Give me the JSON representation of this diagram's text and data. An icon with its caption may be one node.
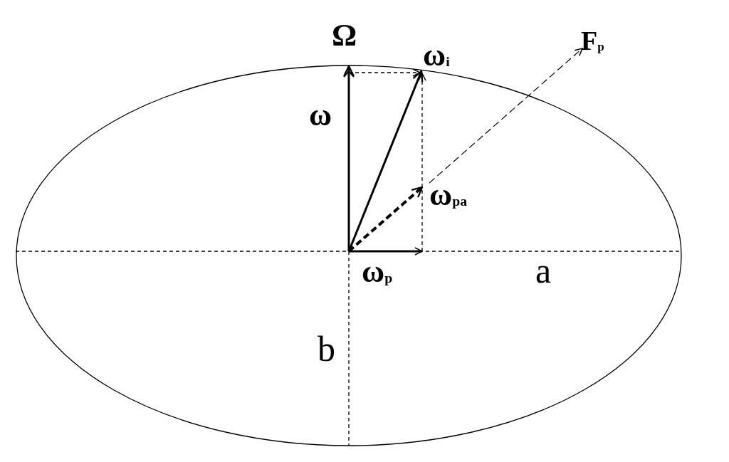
{
  "diagram": {
    "labels": [
      "Ω",
      "ω$_{i}$",
      "F$_{p}$",
      "ω",
      "ω$_{pa}$",
      "ω$_{p}$",
      "a",
      "b"
    ]
  }
}
